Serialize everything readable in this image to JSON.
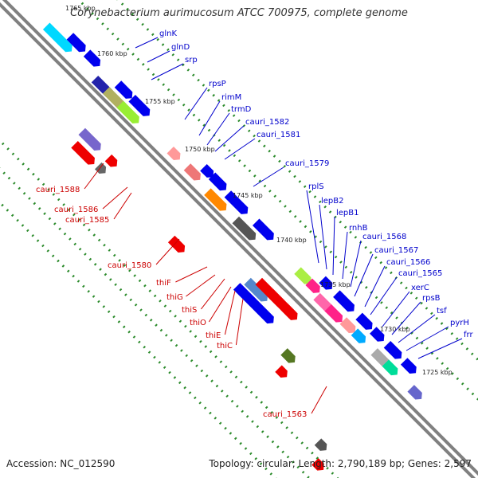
{
  "title": "Corynebacterium aurimucosum ATCC 700975, complete genome",
  "footer": {
    "accession": "Accession: NC_012590",
    "summary": "Topology: circular; Length: 2,790,189 bp; Genes: 2,597"
  },
  "colors": {
    "forward_gene": "#0000ee",
    "reverse_gene": "#ee0000",
    "label_blue": "#0000cc",
    "label_red": "#cc0000",
    "backbone": "#808080",
    "dots": "#2a8a2a"
  },
  "scale_ticks": [
    "1765 kbp",
    "1760 kbp",
    "1755 kbp",
    "1750 kbp",
    "1745 kbp",
    "1740 kbp",
    "1735 kbp",
    "1730 kbp",
    "1725 kbp"
  ],
  "forward_labels": [
    "glnK",
    "glnD",
    "srp",
    "rpsP",
    "rimM",
    "trmD",
    "cauri_1582",
    "cauri_1581",
    "cauri_1579",
    "rplS",
    "lepB2",
    "lepB1",
    "rnhB",
    "cauri_1568",
    "cauri_1567",
    "cauri_1566",
    "cauri_1565",
    "xerC",
    "rpsB",
    "tsf",
    "pyrH",
    "frr"
  ],
  "reverse_labels": [
    "cauri_1588",
    "cauri_1586",
    "cauri_1585",
    "cauri_1580",
    "thiF",
    "thiG",
    "thiS",
    "thiO",
    "thiE",
    "thiC",
    "cauri_1563"
  ]
}
